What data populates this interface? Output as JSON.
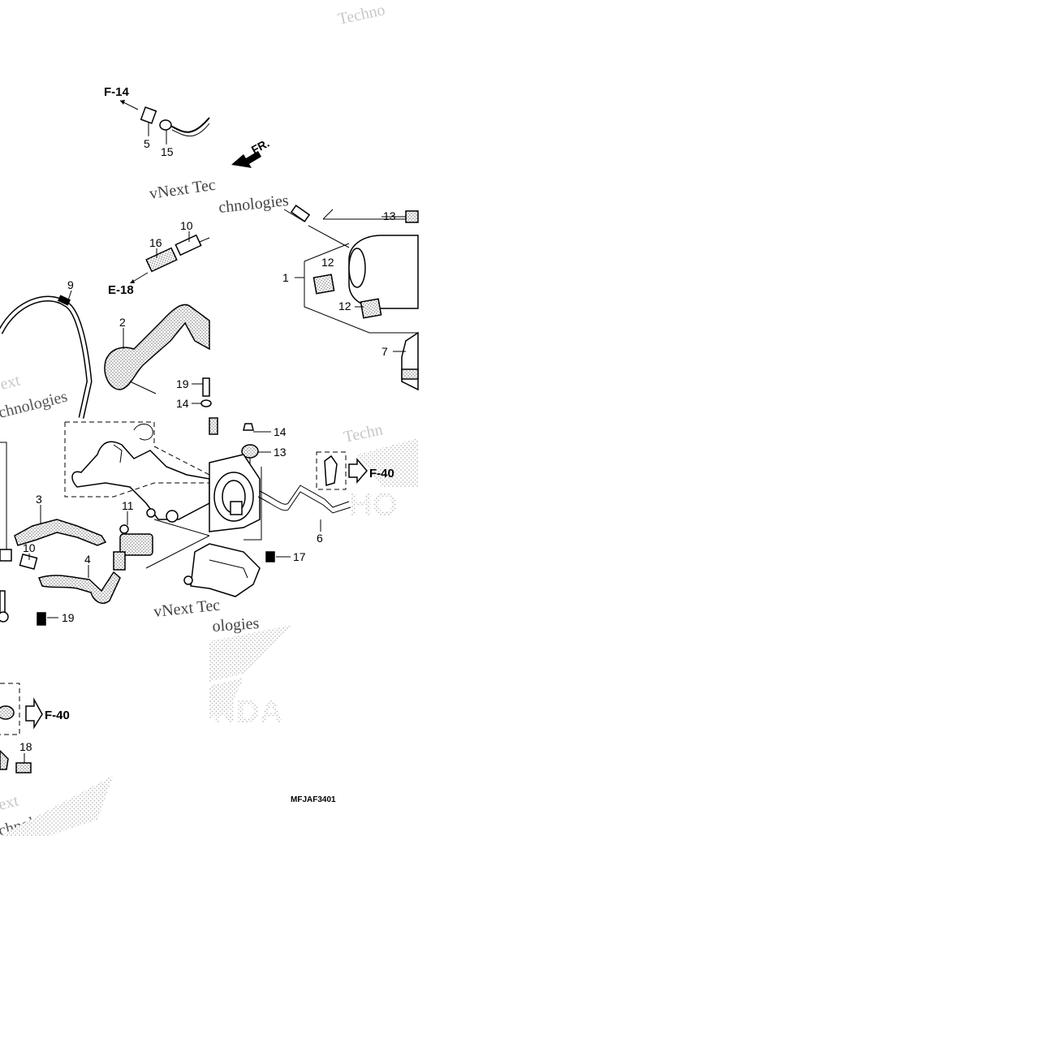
{
  "diagram": {
    "code": "MFJAF3401",
    "front_label": "FR.",
    "references": {
      "f14": "F-14",
      "e18": "E-18",
      "f40_right": "F-40",
      "f40_left": "F-40"
    },
    "callouts": {
      "p5": "5",
      "p15": "15",
      "p10a": "10",
      "p16": "16",
      "p9": "9",
      "p2": "2",
      "p13a": "13",
      "p12a": "12",
      "p1": "1",
      "p12b": "12",
      "p7": "7",
      "p19a": "19",
      "p14a": "14",
      "p14b": "14",
      "p13b": "13",
      "p3": "3",
      "p11": "11",
      "p10b": "10",
      "p4": "4",
      "p6": "6",
      "p17": "17",
      "p19b": "19",
      "p18": "18"
    },
    "watermarks": {
      "w1": "Techno",
      "w2": "vNext Tec",
      "w3": "chnologies",
      "w4": "Techn",
      "w5": "vNext Tec",
      "w6": "ologies",
      "w7": "ext",
      "w8": "chnologies",
      "w9": "ext",
      "w10": "chnologies"
    },
    "brand": {
      "logo_text_upper": "HO",
      "logo_text_lower": "NDA"
    }
  }
}
